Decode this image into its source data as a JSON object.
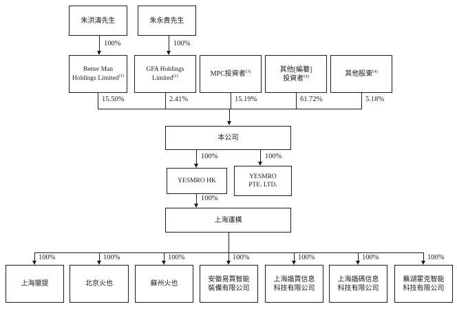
{
  "nodes": {
    "zhu_hongtao": {
      "label": "朱洪濤先生"
    },
    "zhu_yonggui": {
      "label": "朱永貴先生"
    },
    "better_man": {
      "label": "Better Man\nHoldings Limited",
      "sup": "(1)"
    },
    "gfa": {
      "label": "GFA Holdings\nLimited",
      "sup": "(2)"
    },
    "mpc": {
      "label": "MPC投資者",
      "sup": "(3)"
    },
    "other_investors": {
      "label": "其他[編纂]\n投資者",
      "sup": "(4)"
    },
    "other_shareholders": {
      "label": "其他股東",
      "sup": "(4)"
    },
    "company": {
      "label": "本公司"
    },
    "yesmro_hk": {
      "label": "YESMRO HK"
    },
    "yesmro_pte": {
      "label": "YESMRO\nPTE. LTD."
    },
    "shanghai_yunheng": {
      "label": "上海運橫"
    },
    "sub1": {
      "label": "上海獵提"
    },
    "sub2": {
      "label": "北京火也"
    },
    "sub3": {
      "label": "蘇州火也"
    },
    "sub4": {
      "label": "安徽易買智能\n裝備有限公司"
    },
    "sub5": {
      "label": "上海諧買信息\n科技有限公司"
    },
    "sub6": {
      "label": "上海諧碼信息\n科技有限公司"
    },
    "sub7": {
      "label": "蕪湖霍克智能\n科技有限公司"
    }
  },
  "edges": {
    "zhu_hongtao_better_man": "100%",
    "zhu_yonggui_gfa": "100%",
    "better_man_company": "15.50%",
    "gfa_company": "2.41%",
    "mpc_company": "15.19%",
    "other_investors_company": "61.72%",
    "other_shareholders_company": "5.18%",
    "company_yesmro_hk": "100%",
    "company_yesmro_pte": "100%",
    "yesmro_hk_yunheng": "100%",
    "yunheng_sub1": "100%",
    "yunheng_sub2": "100%",
    "yunheng_sub3": "100%",
    "yunheng_sub4": "100%",
    "yunheng_sub5": "100%",
    "yunheng_sub6": "100%",
    "yunheng_sub7": "100%"
  }
}
